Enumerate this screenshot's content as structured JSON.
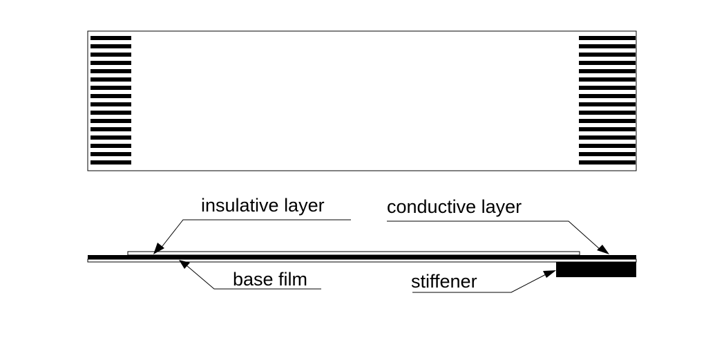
{
  "diagram": {
    "labels": {
      "insulative_layer": "insulative layer",
      "conductive_layer": "conductive layer",
      "base_film": "base film",
      "stiffener": "stiffener"
    },
    "top_view": {
      "left_pad_count": 16,
      "right_pad_count": 16
    },
    "colors": {
      "ink": "#000000",
      "background": "#ffffff"
    }
  }
}
